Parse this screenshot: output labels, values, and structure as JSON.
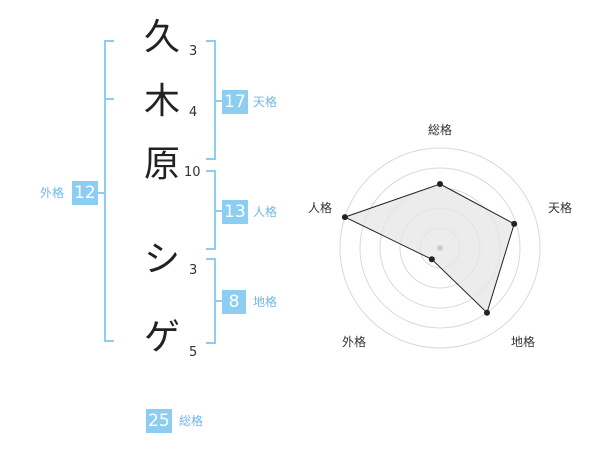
{
  "characters": [
    {
      "char": "久",
      "strokes": "3"
    },
    {
      "char": "木",
      "strokes": "4"
    },
    {
      "char": "原",
      "strokes": "10"
    },
    {
      "char": "シ",
      "strokes": "3"
    },
    {
      "char": "ゲ",
      "strokes": "5"
    }
  ],
  "fortunes": {
    "tenkaku": {
      "value": "17",
      "label": "天格"
    },
    "jinkaku": {
      "value": "13",
      "label": "人格"
    },
    "chikaku": {
      "value": "8",
      "label": "地格"
    },
    "gaikaku": {
      "value": "12",
      "label": "外格"
    },
    "soukaku": {
      "value": "25",
      "label": "総格"
    }
  },
  "radar": {
    "axes": [
      "総格",
      "天格",
      "地格",
      "外格",
      "人格"
    ],
    "levels": [
      0.64,
      0.78,
      0.8,
      0.14,
      1.0
    ]
  },
  "colors": {
    "accent": "#8ecdf2",
    "accent_text": "#6fb8e6",
    "radar_fill": "#e6e6e6",
    "radar_stroke": "#222222",
    "grid": "#d9d9d9"
  }
}
